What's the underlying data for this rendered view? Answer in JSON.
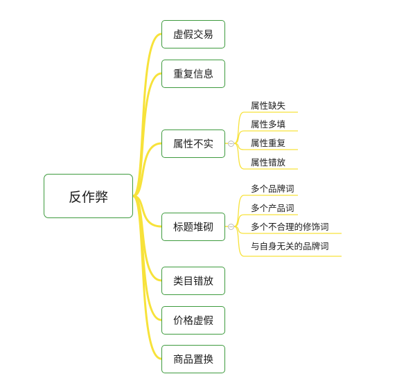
{
  "root": {
    "label": "反作弊"
  },
  "branches": [
    {
      "label": "虚假交易"
    },
    {
      "label": "重复信息"
    },
    {
      "label": "属性不实",
      "children": [
        "属性缺失",
        "属性多填",
        "属性重复",
        "属性错放"
      ]
    },
    {
      "label": "标题堆砌",
      "children": [
        "多个品牌词",
        "多个产品词",
        "多个不合理的修饰词",
        "与自身无关的品牌词"
      ]
    },
    {
      "label": "类目错放"
    },
    {
      "label": "价格虚假"
    },
    {
      "label": "商品置换"
    }
  ],
  "colors": {
    "node_border": "#3d9a3d",
    "connector": "#f7e23a",
    "text": "#1a1a1a"
  }
}
